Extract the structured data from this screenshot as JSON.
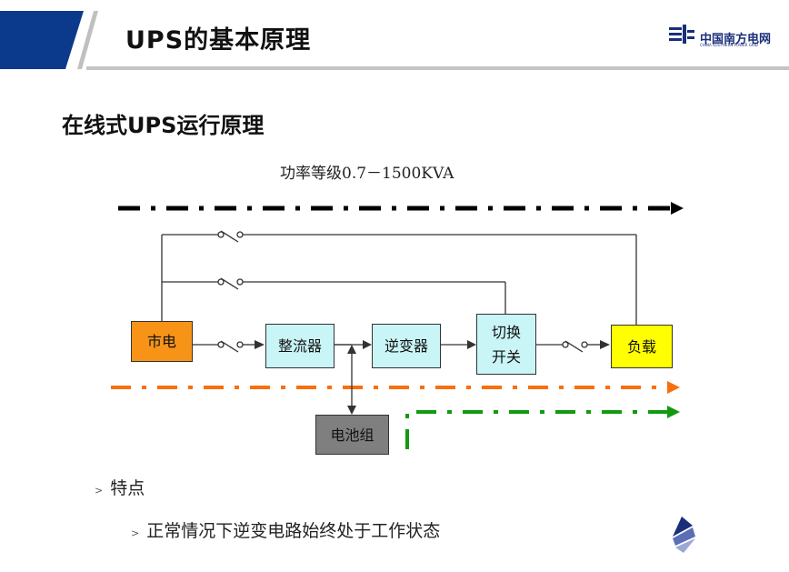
{
  "header": {
    "title": "UPS的基本原理",
    "logo_text": "中国南方电网",
    "logo_subtext": "CHINA SOUTHERN POWER GRID"
  },
  "section_title": "在线式UPS运行原理",
  "diagram": {
    "rating": "功率等级0.7－1500KVA",
    "blocks": {
      "mains": "市电",
      "rectifier": "整流器",
      "inverter": "逆变器",
      "transfer_switch": "切换\n开关",
      "load": "负载",
      "battery": "电池组"
    }
  },
  "features": {
    "heading": "特点",
    "items": [
      "正常情况下逆变电路始终处于工作状态"
    ]
  },
  "colors": {
    "header_blue": "#0b3a8c",
    "header_rule": "#bcbcbc",
    "mains": "#f79418",
    "rectifier": "#c9f5f7",
    "load": "#ffff00",
    "battery": "#7f7f7f",
    "path_black": "#000000",
    "path_orange": "#f7700c",
    "path_green": "#119a11"
  }
}
